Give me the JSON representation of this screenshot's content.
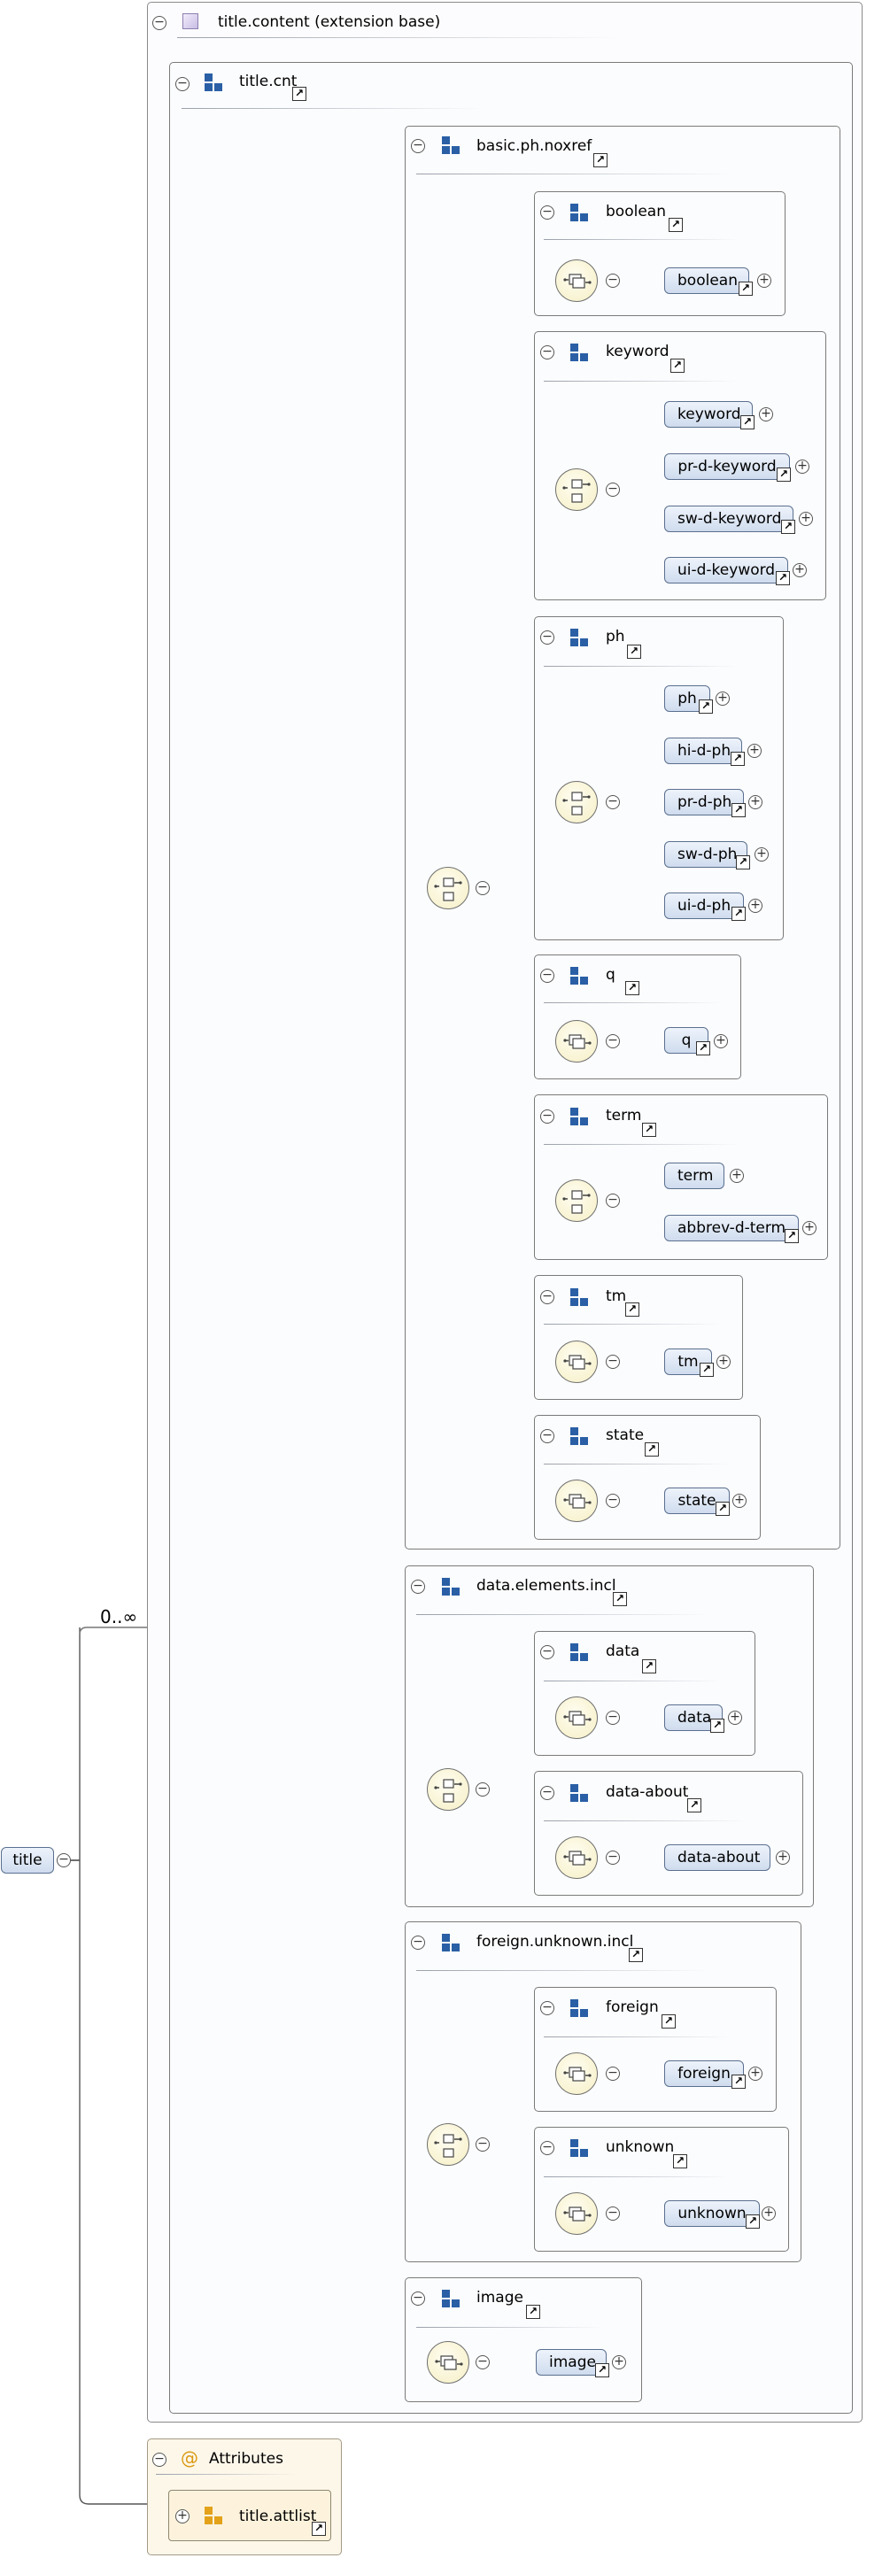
{
  "root": {
    "label": "title",
    "cardinality": "0..∞"
  },
  "content": {
    "label": "title.content (extension base)"
  },
  "cnt": {
    "label": "title.cnt"
  },
  "basic": {
    "label": "basic.ph.noxref"
  },
  "boolean": {
    "label": "boolean",
    "items": [
      "boolean"
    ]
  },
  "keyword": {
    "label": "keyword",
    "items": [
      "keyword",
      "pr-d-keyword",
      "sw-d-keyword",
      "ui-d-keyword"
    ]
  },
  "ph": {
    "label": "ph",
    "items": [
      "ph",
      "hi-d-ph",
      "pr-d-ph",
      "sw-d-ph",
      "ui-d-ph"
    ]
  },
  "q": {
    "label": "q",
    "items": [
      "q"
    ]
  },
  "term": {
    "label": "term",
    "items": [
      "term",
      "abbrev-d-term"
    ]
  },
  "tm": {
    "label": "tm",
    "items": [
      "tm"
    ]
  },
  "state": {
    "label": "state",
    "items": [
      "state"
    ]
  },
  "dataincl": {
    "label": "data.elements.incl"
  },
  "data": {
    "label": "data",
    "items": [
      "data"
    ]
  },
  "dataabout": {
    "label": "data-about",
    "items": [
      "data-about"
    ]
  },
  "foreignincl": {
    "label": "foreign.unknown.incl"
  },
  "foreign": {
    "label": "foreign",
    "items": [
      "foreign"
    ]
  },
  "unknown": {
    "label": "unknown",
    "items": [
      "unknown"
    ]
  },
  "image": {
    "label": "image",
    "items": [
      "image"
    ]
  },
  "attributes": {
    "label": "Attributes",
    "attlist": "title.attlist"
  },
  "colors": {
    "element_fill": "#cfdcee",
    "group_border": "#7a7a7a",
    "compositor_fill": "#f5efc4",
    "attribute_fill": "#fdf3dc"
  }
}
